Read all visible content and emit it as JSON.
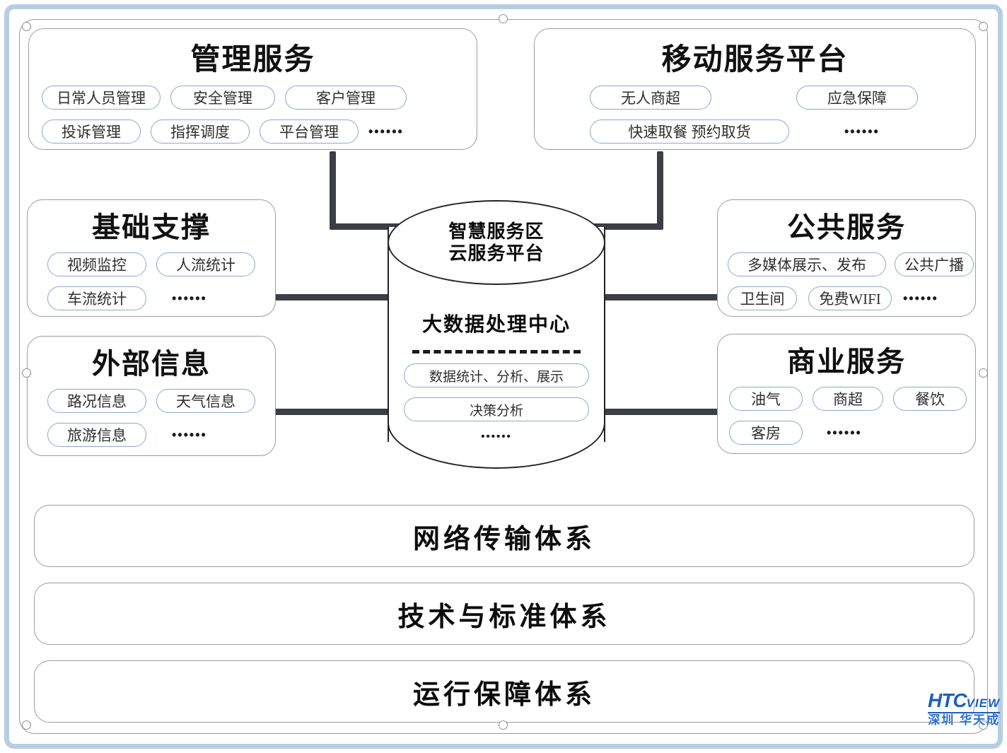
{
  "diagram": {
    "title_center": {
      "line1": "智慧服务区",
      "line2": "云服务平台"
    },
    "center_core": {
      "heading": "大数据处理中心",
      "pills": [
        "数据统计、分析、展示",
        "决策分析"
      ],
      "ellipsis": "••••••"
    },
    "cards": [
      {
        "id": "management-service",
        "title": "管理服务",
        "rows": [
          {
            "pills": [
              "日常人员管理",
              "安全管理",
              "客户管理"
            ],
            "ellipsis": ""
          },
          {
            "pills": [
              "投诉管理",
              "指挥调度",
              "平台管理"
            ],
            "ellipsis": "••••••"
          }
        ]
      },
      {
        "id": "mobile-service-platform",
        "title": "移动服务平台",
        "rows": [
          {
            "pills": [
              "无人商超",
              "应急保障"
            ],
            "ellipsis": ""
          },
          {
            "pills": [
              "快速取餐 预约取货"
            ],
            "ellipsis": "••••••"
          }
        ]
      },
      {
        "id": "basic-support",
        "title": "基础支撑",
        "rows": [
          {
            "pills": [
              "视频监控",
              "人流统计"
            ],
            "ellipsis": ""
          },
          {
            "pills": [
              "车流统计"
            ],
            "ellipsis": "••••••"
          }
        ]
      },
      {
        "id": "external-information",
        "title": "外部信息",
        "rows": [
          {
            "pills": [
              "路况信息",
              "天气信息"
            ],
            "ellipsis": ""
          },
          {
            "pills": [
              "旅游信息"
            ],
            "ellipsis": "••••••"
          }
        ]
      },
      {
        "id": "public-service",
        "title": "公共服务",
        "rows": [
          {
            "pills": [
              "多媒体展示、发布",
              "公共广播"
            ],
            "ellipsis": ""
          },
          {
            "pills": [
              "卫生间",
              "免费WIFI"
            ],
            "ellipsis": "••••••"
          }
        ]
      },
      {
        "id": "commercial-service",
        "title": "商业服务",
        "rows": [
          {
            "pills": [
              "油气",
              "商超",
              "餐饮"
            ],
            "ellipsis": ""
          },
          {
            "pills": [
              "客房"
            ],
            "ellipsis": "••••••"
          }
        ]
      }
    ],
    "bottom_bars": [
      "网络传输体系",
      "技术与标准体系",
      "运行保障体系"
    ],
    "watermark": {
      "brand": "HTC",
      "brand_suffix": "VIEW",
      "subtitle": "深圳 华天成"
    },
    "colors": {
      "pill_border": "#8fa8c8",
      "card_border": "#9d9d9d",
      "connector": "#3b3e45",
      "frame_accent": "#b9cde2",
      "watermark_blue": "#1f5fbf"
    }
  }
}
